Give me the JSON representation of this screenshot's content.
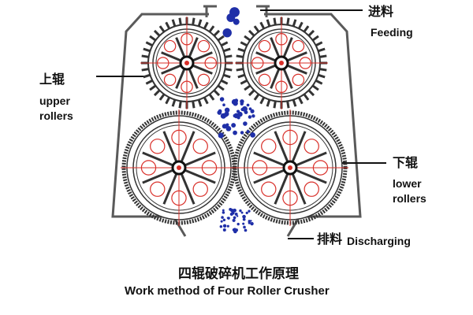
{
  "labels": {
    "feeding_cn": "进料",
    "feeding_en": "Feeding",
    "upper_cn": "上辊",
    "upper_en1": "upper",
    "upper_en2": "rollers",
    "lower_cn": "下辊",
    "lower_en1": "lower",
    "lower_en2": "rollers",
    "discharging_cn": "排料",
    "discharging_en": "Discharging"
  },
  "caption": {
    "cn": "四辊破碎机工作原理",
    "en": "Work method of Four Roller Crusher"
  },
  "colors": {
    "frame": "#555555",
    "gear": "#333333",
    "red": "#d9302a",
    "material": "#1f2fa8"
  }
}
